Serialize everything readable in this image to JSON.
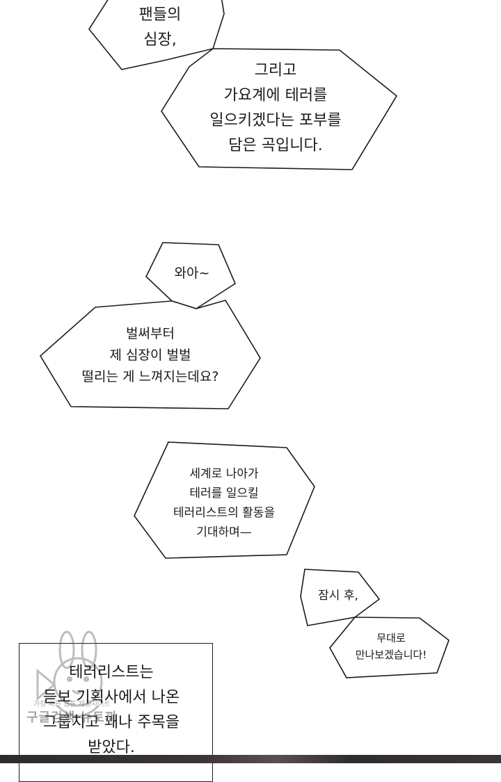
{
  "bubbles": [
    {
      "id": "b1",
      "lines": [
        "팬들의",
        "심장,"
      ]
    },
    {
      "id": "b2",
      "lines": [
        "그리고",
        "가요계에 테러를",
        "일으키겠다는 포부를",
        "담은 곡입니다."
      ]
    },
    {
      "id": "b3",
      "lines": [
        "와아~"
      ]
    },
    {
      "id": "b4",
      "lines": [
        "벌써부터",
        "제 심장이 벌벌",
        "떨리는 게 느껴지는데요?"
      ]
    },
    {
      "id": "b5",
      "lines": [
        "세계로 나아가",
        "테러를 일으킬",
        "테러리스트의 활동을",
        "기대하며—"
      ]
    },
    {
      "id": "b6",
      "lines": [
        "잠시 후,"
      ]
    },
    {
      "id": "b7",
      "lines": [
        "무대로",
        "만나보겠습니다!"
      ]
    }
  ],
  "narration": {
    "lines": [
      "테러리스트는",
      "듣보 기획사에서 나온",
      "그룹치고 꽤나 주목을",
      "받았다."
    ]
  },
  "watermark": {
    "text": "구글검색 뉴토끼",
    "small_text": "가장 빠른 웹툰 제공사이트",
    "icon": "rabbit-mascot-icon"
  },
  "colors": {
    "background": "#ffffff",
    "ink": "#1a1a1a"
  }
}
